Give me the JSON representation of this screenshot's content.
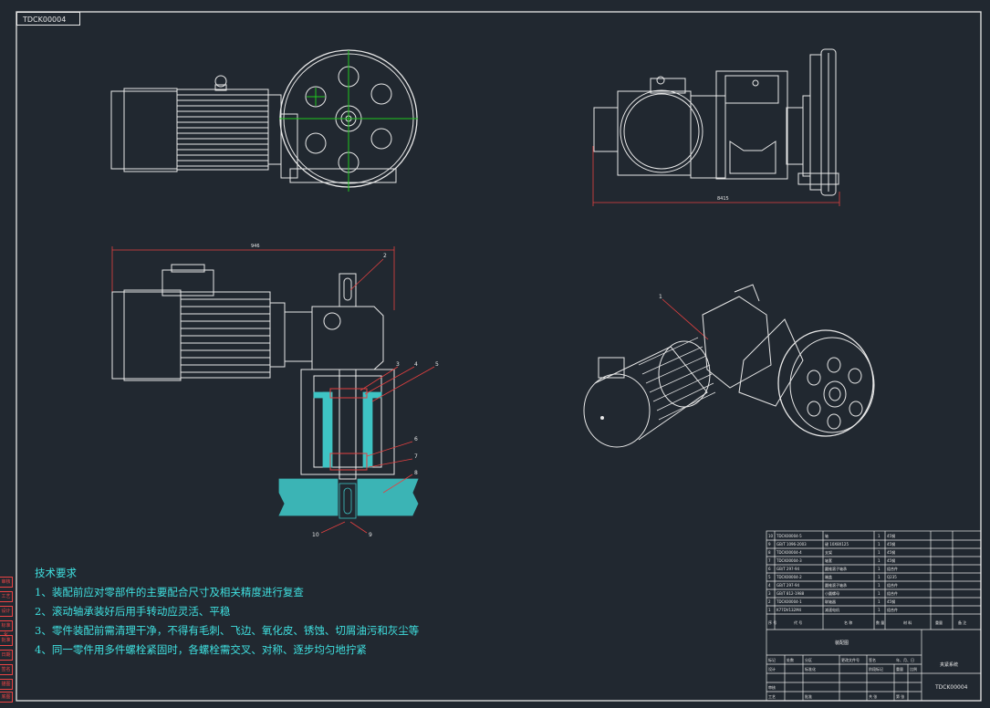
{
  "drawing_code": "TDCK00004",
  "dimensions": {
    "overall_length_top_right": "8415",
    "overall_length_left": "946"
  },
  "part_labels": [
    "1",
    "2",
    "3",
    "4",
    "5",
    "6",
    "7",
    "8",
    "9",
    "10",
    "1"
  ],
  "technical_requirements": {
    "title": "技术要求",
    "items": [
      "1、装配前应对零部件的主要配合尺寸及相关精度进行复查",
      "2、滚动轴承装好后用手转动应灵活、平稳",
      "3、零件装配前需清理干净，不得有毛刺、飞边、氧化皮、锈蚀、切屑油污和灰尘等",
      "4、同一零件用多件螺栓紧固时，各螺栓需交叉、对称、逐步均匀地拧紧"
    ]
  },
  "bom": {
    "rows": [
      {
        "no": "10",
        "code": "TDCK00004-5",
        "name": "轴",
        "qty": "1",
        "material": "45钢"
      },
      {
        "no": "9",
        "code": "GB/T 1096-2003",
        "name": "键 10X8X125",
        "qty": "1",
        "material": "45钢"
      },
      {
        "no": "8",
        "code": "TDCK00004-4",
        "name": "支架",
        "qty": "1",
        "material": "45钢"
      },
      {
        "no": "7",
        "code": "TDCK00004-3",
        "name": "轴套",
        "qty": "1",
        "material": "45钢"
      },
      {
        "no": "6",
        "code": "GB/T 297-94",
        "name": "圆锥滚子轴承",
        "qty": "1",
        "material": "组合件"
      },
      {
        "no": "5",
        "code": "TDCK00004-2",
        "name": "端盖",
        "qty": "1",
        "material": "Q235"
      },
      {
        "no": "4",
        "code": "GB/T 297-94",
        "name": "圆锥滚子轴承",
        "qty": "1",
        "material": "组合件"
      },
      {
        "no": "3",
        "code": "GB/T 812-1988",
        "name": "小圆螺母",
        "qty": "1",
        "material": "组合件"
      },
      {
        "no": "2",
        "code": "TDCK00004-1",
        "name": "联轴器",
        "qty": "1",
        "material": "45钢"
      },
      {
        "no": "1",
        "code": "K77DV132M4",
        "name": "减速电机",
        "qty": "1",
        "material": "组合件"
      }
    ],
    "header": [
      "序 号",
      "代 号",
      "名 称",
      "数 量",
      "材 料",
      "重量",
      "备 注"
    ]
  },
  "title_block": {
    "part_name": "装配图",
    "system_name": "夹紧系统",
    "code": "TDCK00004",
    "cells": [
      "标记",
      "处数",
      "分区",
      "更改文件号",
      "签名",
      "年、月、日",
      "设计",
      "标准化",
      "阶段标记",
      "重量",
      "比例",
      "审核",
      "工艺",
      "批准",
      "共 张",
      "第 张"
    ]
  },
  "side_labels": [
    "审核",
    "工艺",
    "设计",
    "标准化",
    "批准",
    "日期",
    "签名",
    "描图",
    "底图"
  ]
}
